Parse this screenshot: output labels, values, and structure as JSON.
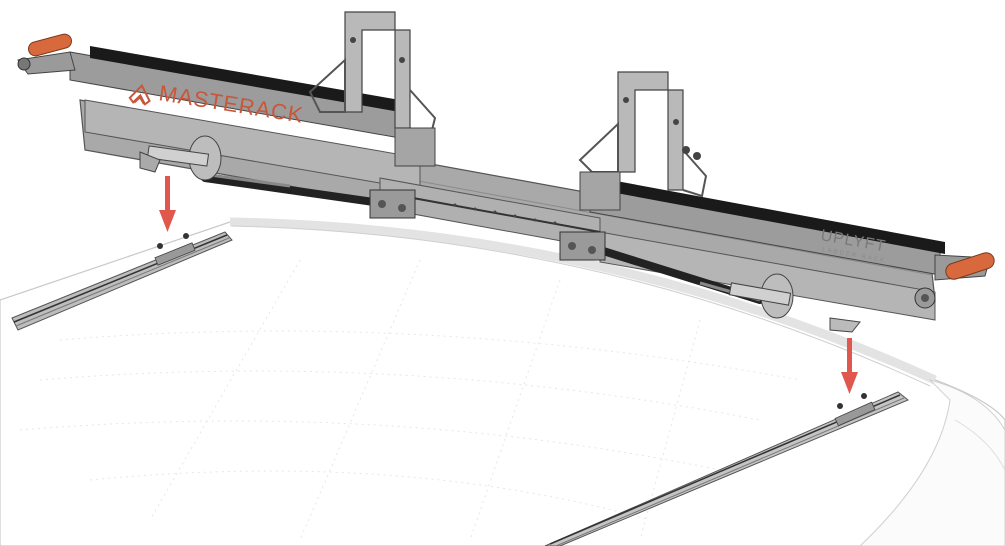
{
  "brand": {
    "name": "MASTERACK",
    "product": "UPLYFT",
    "product_sub": "LADDER RACK"
  },
  "colors": {
    "rack_metal": "#a9a9a9",
    "rack_dark": "#6e6e6e",
    "rail_black": "#1a1a1a",
    "handle_orange": "#d8693c",
    "arrow_red": "#e0584d",
    "brand_orange": "#c8573a",
    "roof_outline": "#c9c9c9"
  },
  "icons": {
    "logo": "masterack-logo-icon",
    "arrow": "down-arrow-icon"
  }
}
